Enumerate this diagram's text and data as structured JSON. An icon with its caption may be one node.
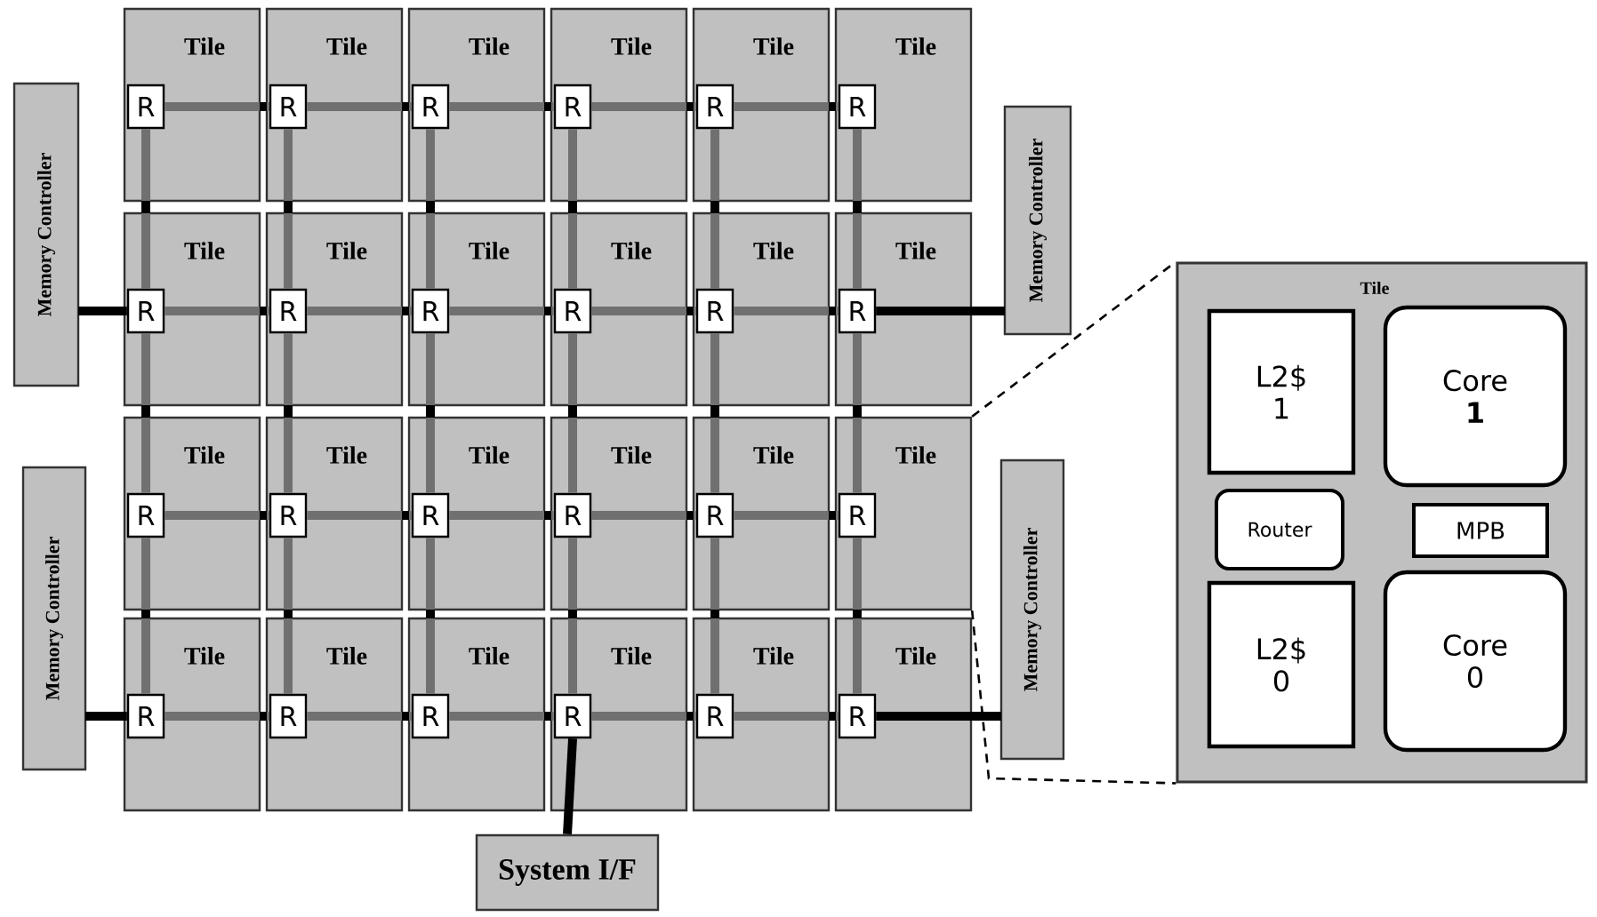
{
  "diagram": {
    "nodes": [
      {
        "text": [
          "Tile"
        ]
      },
      {
        "text": [
          "R"
        ],
        "in": 0
      },
      {
        "text": [
          "Tile"
        ]
      },
      {
        "text": [
          "R"
        ],
        "in": 2
      },
      {
        "text": [
          "Tile"
        ]
      },
      {
        "text": [
          "R"
        ],
        "in": 4
      },
      {
        "text": [
          "Tile"
        ]
      },
      {
        "text": [
          "R"
        ],
        "in": 6
      },
      {
        "text": [
          "Tile"
        ]
      },
      {
        "text": [
          "R"
        ],
        "in": 8
      },
      {
        "text": [
          "Tile"
        ]
      },
      {
        "text": [
          "R"
        ],
        "in": 10
      },
      {
        "text": [
          "Tile"
        ]
      },
      {
        "text": [
          "R"
        ],
        "in": 12
      },
      {
        "text": [
          "Tile"
        ]
      },
      {
        "text": [
          "R"
        ],
        "in": 14
      },
      {
        "text": [
          "Tile"
        ]
      },
      {
        "text": [
          "R"
        ],
        "in": 16
      },
      {
        "text": [
          "Tile"
        ]
      },
      {
        "text": [
          "R"
        ],
        "in": 18
      },
      {
        "text": [
          "Tile"
        ]
      },
      {
        "text": [
          "R"
        ],
        "in": 20
      },
      {
        "text": [
          "Tile"
        ]
      },
      {
        "text": [
          "R"
        ],
        "in": 22
      },
      {
        "text": [
          "Tile"
        ]
      },
      {
        "text": [
          "R"
        ],
        "in": 24
      },
      {
        "text": [
          "Tile"
        ]
      },
      {
        "text": [
          "R"
        ],
        "in": 26
      },
      {
        "text": [
          "Tile"
        ]
      },
      {
        "text": [
          "R"
        ],
        "in": 28
      },
      {
        "text": [
          "Tile"
        ]
      },
      {
        "text": [
          "R"
        ],
        "in": 30
      },
      {
        "text": [
          "Tile"
        ]
      },
      {
        "text": [
          "R"
        ],
        "in": 32
      },
      {
        "text": [
          "Tile"
        ]
      },
      {
        "text": [
          "R"
        ],
        "in": 34
      },
      {
        "text": [
          "Tile"
        ]
      },
      {
        "text": [
          "R"
        ],
        "in": 36
      },
      {
        "text": [
          "Tile"
        ]
      },
      {
        "text": [
          "R"
        ],
        "in": 38
      },
      {
        "text": [
          "Tile"
        ]
      },
      {
        "text": [
          "R"
        ],
        "in": 40
      },
      {
        "text": [
          "Tile"
        ]
      },
      {
        "text": [
          "R"
        ],
        "in": 42
      },
      {
        "text": [
          "Tile"
        ]
      },
      {
        "text": [
          "R"
        ],
        "in": 44
      },
      {
        "text": [
          "Tile"
        ]
      },
      {
        "text": [
          "R"
        ],
        "in": 46
      },
      {
        "text": [
          "Memory Controller"
        ]
      },
      {
        "text": [
          "Memory Controller"
        ]
      },
      {
        "text": [
          "Memory Controller"
        ]
      },
      {
        "text": [
          "Memory Controller"
        ]
      },
      {
        "text": [
          "System I/F"
        ]
      },
      {
        "text": [
          "Tile"
        ]
      },
      {
        "text": [
          "L2$ 1"
        ],
        "in": 53
      },
      {
        "text": [
          "Core **1**"
        ],
        "in": 53
      },
      {
        "text": [
          "Router"
        ],
        "in": 53
      },
      {
        "text": [
          "MPB"
        ],
        "in": 53
      },
      {
        "text": [
          "L2$ 0"
        ],
        "in": 53
      },
      {
        "text": [
          "Core 0"
        ],
        "in": 53
      }
    ],
    "edges": [
      {
        "from": 1,
        "to": 3,
        "arrow": "none"
      },
      {
        "from": 3,
        "to": 5,
        "arrow": "none"
      },
      {
        "from": 5,
        "to": 7,
        "arrow": "none"
      },
      {
        "from": 7,
        "to": 9,
        "arrow": "none"
      },
      {
        "from": 9,
        "to": 11,
        "arrow": "none"
      },
      {
        "from": 13,
        "to": 15,
        "arrow": "none"
      },
      {
        "from": 15,
        "to": 17,
        "arrow": "none"
      },
      {
        "from": 17,
        "to": 19,
        "arrow": "none"
      },
      {
        "from": 19,
        "to": 21,
        "arrow": "none"
      },
      {
        "from": 21,
        "to": 23,
        "arrow": "none"
      },
      {
        "from": 25,
        "to": 27,
        "arrow": "none"
      },
      {
        "from": 27,
        "to": 29,
        "arrow": "none"
      },
      {
        "from": 29,
        "to": 31,
        "arrow": "none"
      },
      {
        "from": 31,
        "to": 33,
        "arrow": "none"
      },
      {
        "from": 33,
        "to": 35,
        "arrow": "none"
      },
      {
        "from": 37,
        "to": 39,
        "arrow": "none"
      },
      {
        "from": 39,
        "to": 41,
        "arrow": "none"
      },
      {
        "from": 41,
        "to": 43,
        "arrow": "none"
      },
      {
        "from": 43,
        "to": 45,
        "arrow": "none"
      },
      {
        "from": 45,
        "to": 47,
        "arrow": "none"
      },
      {
        "from": 1,
        "to": 13,
        "arrow": "none"
      },
      {
        "from": 3,
        "to": 15,
        "arrow": "none"
      },
      {
        "from": 5,
        "to": 17,
        "arrow": "none"
      },
      {
        "from": 7,
        "to": 19,
        "arrow": "none"
      },
      {
        "from": 9,
        "to": 21,
        "arrow": "none"
      },
      {
        "from": 11,
        "to": 23,
        "arrow": "none"
      },
      {
        "from": 13,
        "to": 25,
        "arrow": "none"
      },
      {
        "from": 15,
        "to": 27,
        "arrow": "none"
      },
      {
        "from": 17,
        "to": 29,
        "arrow": "none"
      },
      {
        "from": 19,
        "to": 31,
        "arrow": "none"
      },
      {
        "from": 21,
        "to": 33,
        "arrow": "none"
      },
      {
        "from": 23,
        "to": 35,
        "arrow": "none"
      },
      {
        "from": 25,
        "to": 37,
        "arrow": "none"
      },
      {
        "from": 27,
        "to": 39,
        "arrow": "none"
      },
      {
        "from": 29,
        "to": 41,
        "arrow": "none"
      },
      {
        "from": 31,
        "to": 43,
        "arrow": "none"
      },
      {
        "from": 33,
        "to": 45,
        "arrow": "none"
      },
      {
        "from": 35,
        "to": 47,
        "arrow": "none"
      },
      {
        "from": 48,
        "to": 13,
        "arrow": "none",
        "color": "#000000"
      },
      {
        "from": 49,
        "to": 23,
        "arrow": "none",
        "color": "#000000"
      },
      {
        "from": 50,
        "to": 37,
        "arrow": "none",
        "color": "#000000"
      },
      {
        "from": 51,
        "to": 47,
        "arrow": "none",
        "color": "#000000"
      },
      {
        "from": 52,
        "to": 43,
        "arrow": "none",
        "color": "#000000"
      },
      {
        "from": 34,
        "to": 53,
        "arrow": "none",
        "style": "dashed",
        "color": "#000000"
      },
      {
        "from": 34,
        "to": 53,
        "arrow": "none",
        "style": "dashed",
        "color": "#000000"
      }
    ]
  }
}
